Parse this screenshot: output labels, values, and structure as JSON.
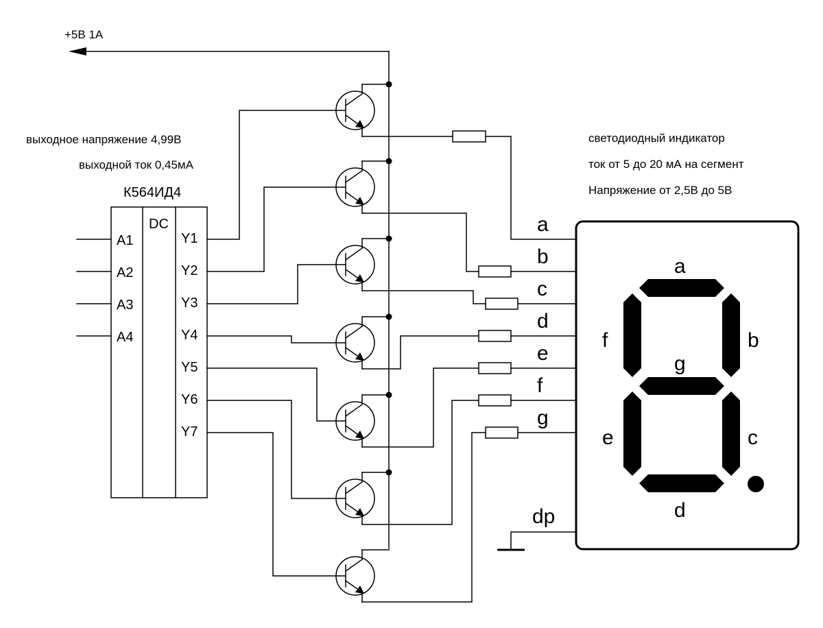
{
  "power_label": "+5В 1А",
  "decoder": {
    "name": "К564ИД4",
    "function": "DC",
    "note_voltage": "выходное напряжение 4,99В",
    "note_current": "выходной ток 0,45мА",
    "inputs": [
      "A1",
      "A2",
      "A3",
      "A4"
    ],
    "outputs": [
      "Y1",
      "Y2",
      "Y3",
      "Y4",
      "Y5",
      "Y6",
      "Y7"
    ]
  },
  "indicator": {
    "note_title": "светодиодный индикатор",
    "note_current": "ток от 5 до 20 мА на сегмент",
    "note_voltage": "Напряжение от 2,5В до 5В",
    "pins": [
      "a",
      "b",
      "c",
      "d",
      "e",
      "f",
      "g",
      "dp"
    ],
    "segments": {
      "a": "a",
      "b": "b",
      "c": "c",
      "d": "d",
      "e": "e",
      "f": "f",
      "g": "g"
    }
  }
}
